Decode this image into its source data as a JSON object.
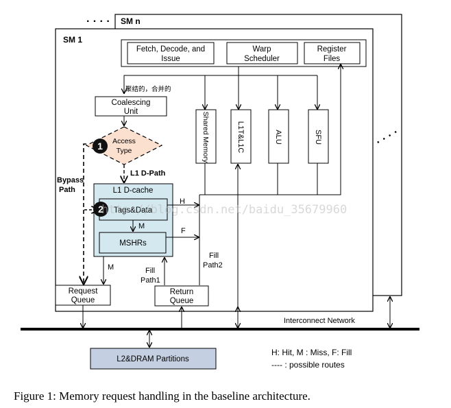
{
  "sm": {
    "n_label": "SM n",
    "one_label": "SM 1"
  },
  "pipeline": {
    "fetch_line1": "Fetch, Decode, and",
    "fetch_line2": "Issue",
    "warp_line1": "Warp",
    "warp_line2": "Scheduler",
    "reg_line1": "Register",
    "reg_line2": "Files"
  },
  "coalesce_note": "聚结的，合并的",
  "coalescing": {
    "line1": "Coalescing",
    "line2": "Unit"
  },
  "access": {
    "line1": "Access",
    "line2": "Type",
    "marker": "1"
  },
  "units": {
    "shared": "Shared Memory",
    "l1t": "L1T&L1C",
    "alu": "ALU",
    "sfu": "SFU"
  },
  "l1_dpath": "L1 D-Path",
  "bypass": {
    "line1": "Bypass",
    "line2": "Path"
  },
  "l1_cache": {
    "title": "L1 D-cache",
    "tags": "Tags&Data",
    "mshrs": "MSHRs",
    "marker": "2"
  },
  "edge_labels": {
    "hit": "H",
    "miss_m": "M",
    "fill_f": "F",
    "miss_queue": "M"
  },
  "fill1": {
    "line1": "Fill",
    "line2": "Path1"
  },
  "fill2": {
    "line1": "Fill",
    "line2": "Path2"
  },
  "request_queue": {
    "line1": "Request",
    "line2": "Queue"
  },
  "return_queue": {
    "line1": "Return",
    "line2": "Queue"
  },
  "interconnect": "Interconnect Network",
  "l2": "L2&DRAM Partitions",
  "legend": {
    "line1": "H: Hit, M : Miss, F: Fill",
    "line2": "---- : possible routes"
  },
  "watermark": "http://blog.csdn.net/baidu_35679960",
  "caption": "Figure 1:  Memory request handling in the baseline architecture.",
  "colors": {
    "l2_fill": "#c4d0e2",
    "l1_fill": "#d4e8ef",
    "access_fill": "#fbe0d0",
    "marker_fill": "#111111"
  }
}
